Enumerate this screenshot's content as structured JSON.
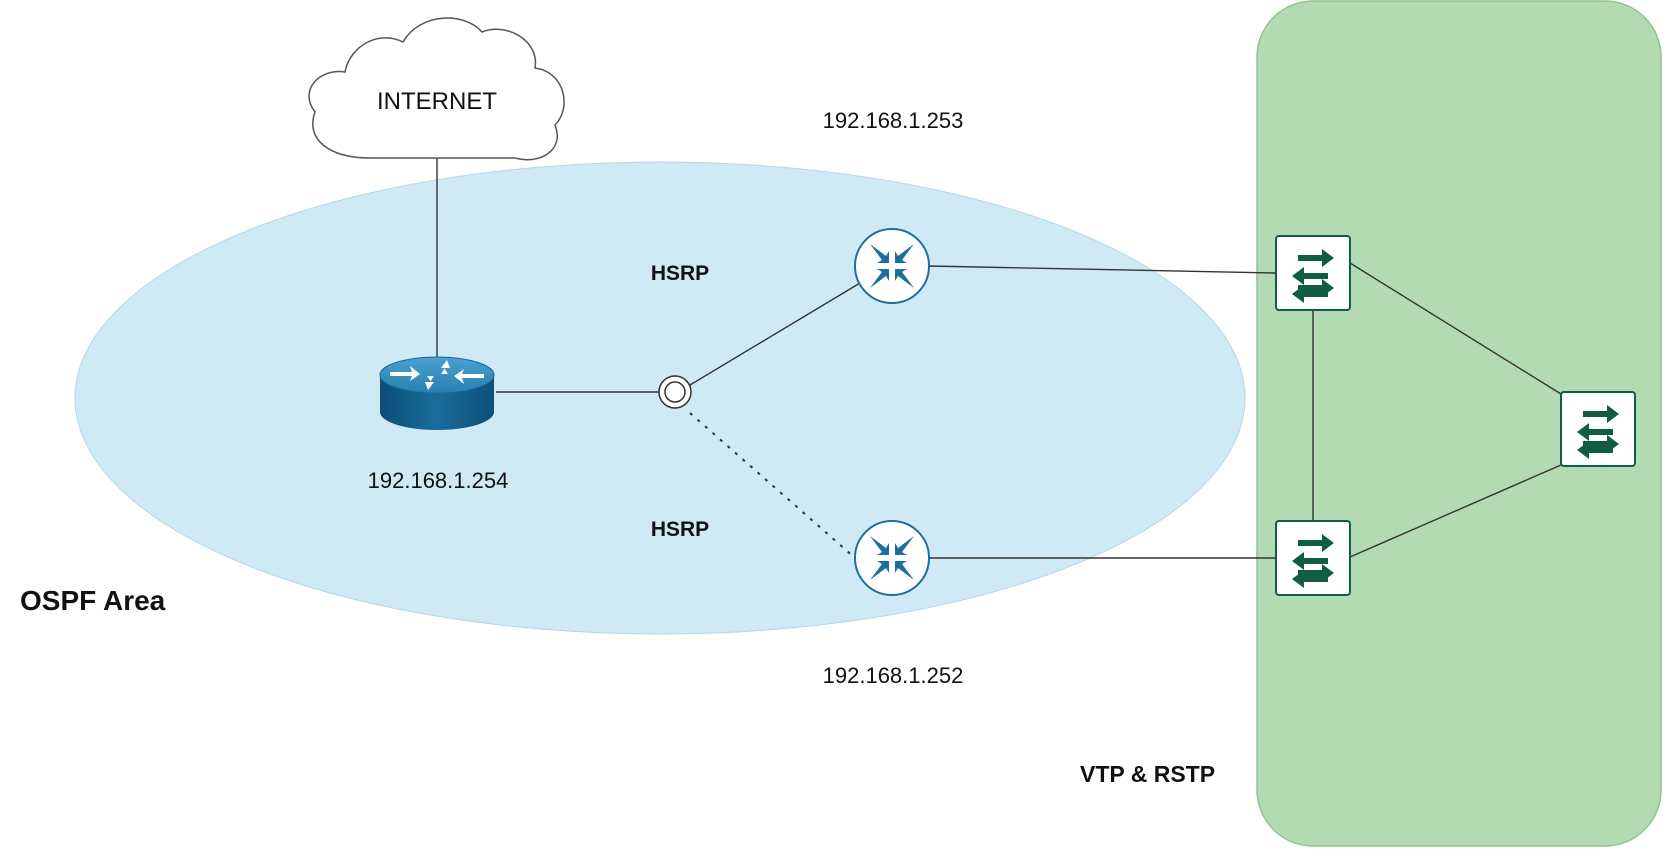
{
  "colors": {
    "ospf_area_fill": "#cfe9f5",
    "ospf_area_stroke": "#b5d7e8",
    "switch_zone_fill": "#b3dbb3",
    "switch_zone_stroke": "#8fc48f",
    "router_blue": "#1c6f9d",
    "switch_green": "#115c44",
    "line": "#333333"
  },
  "cloud": {
    "label": "INTERNET",
    "icon": "cloud-icon"
  },
  "core_router": {
    "ip": "192.168.1.254",
    "icon": "router-icon"
  },
  "hsrp_routers": [
    {
      "ip": "192.168.1.253",
      "protocol": "HSRP",
      "icon": "router-icon"
    },
    {
      "ip": "192.168.1.252",
      "protocol": "HSRP",
      "icon": "router-icon"
    }
  ],
  "virtual_ip": {
    "icon": "virtual-ip-icon"
  },
  "switches": [
    {
      "icon": "switch-icon"
    },
    {
      "icon": "switch-icon"
    },
    {
      "icon": "switch-icon"
    }
  ],
  "areas": {
    "ospf_label": "OSPF Area",
    "switch_label": "VTP & RSTP"
  }
}
